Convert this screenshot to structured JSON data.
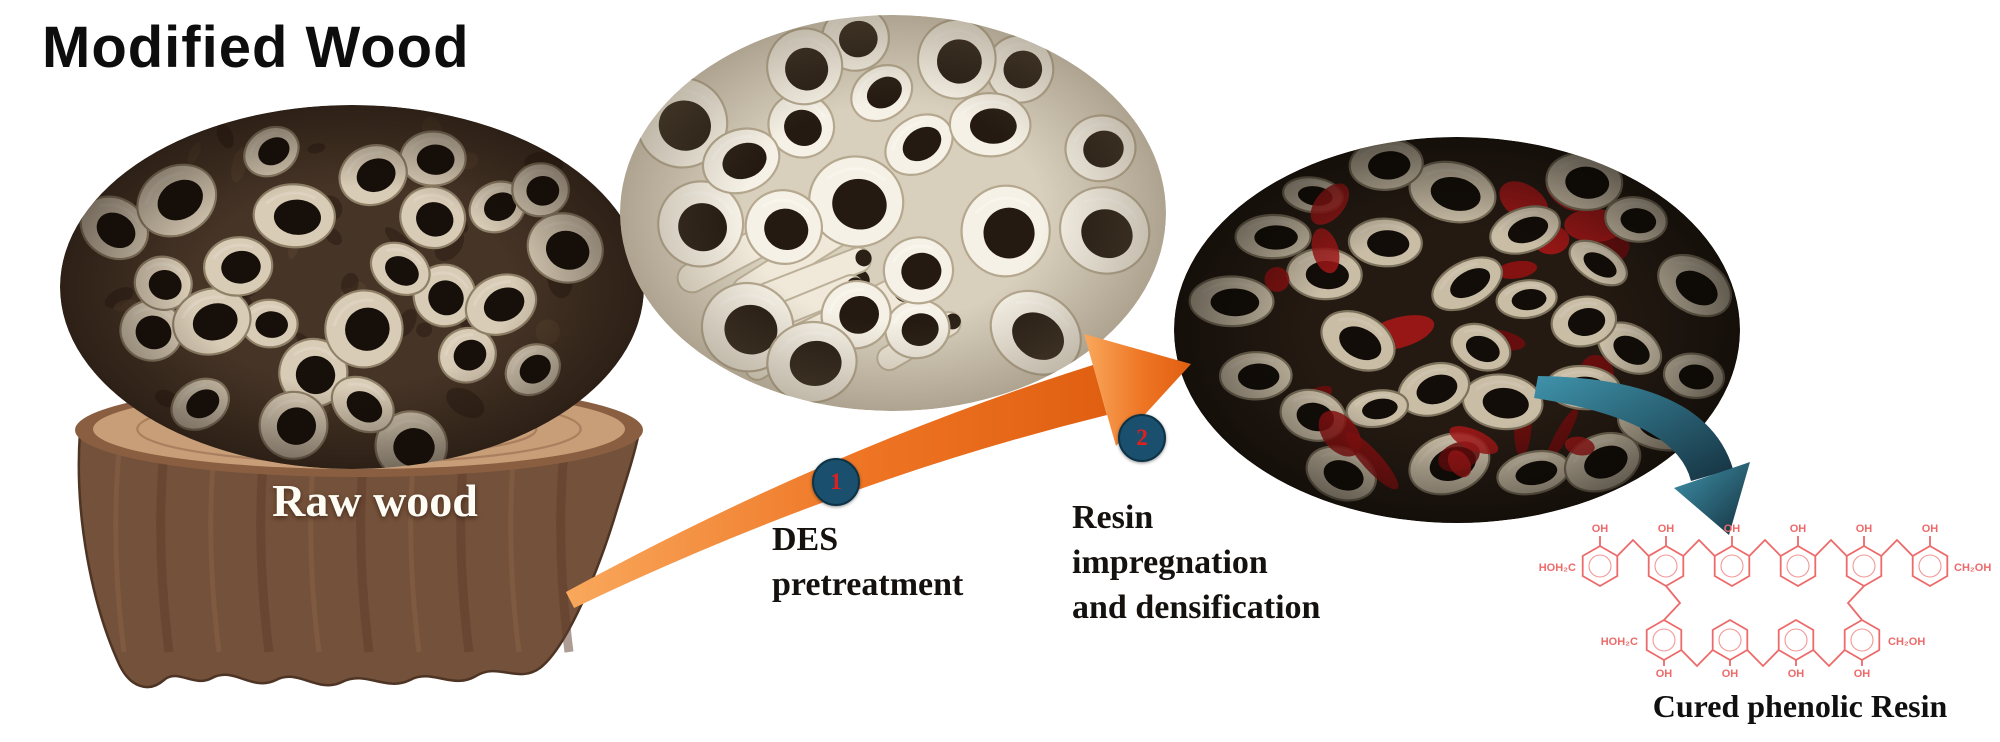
{
  "title": "Modified Wood",
  "raw_wood": {
    "label": "Raw wood"
  },
  "steps": [
    {
      "badge": "1",
      "lines": [
        "DES",
        "pretreatment"
      ]
    },
    {
      "badge": "2",
      "lines": [
        "Resin",
        "impregnation",
        "and densification"
      ]
    }
  ],
  "product": {
    "label": "Cured phenolic Resin"
  },
  "chemistry": {
    "hydroxyl": "OH",
    "methylol": "CH₂OH",
    "methylol_left": "HOH₂C"
  },
  "colors": {
    "arrow_orange": "#ee7524",
    "arrow_orange_light": "#f9a85c",
    "arrow_orange_dark": "#e05f10",
    "arrow_teal_start": "#3f93ab",
    "arrow_teal_end": "#15313f",
    "badge_bg": "#1a4f6e",
    "badge_border": "#0d3346",
    "badge_number": "#e01f1f",
    "resin_red": "#ed6a6a"
  }
}
